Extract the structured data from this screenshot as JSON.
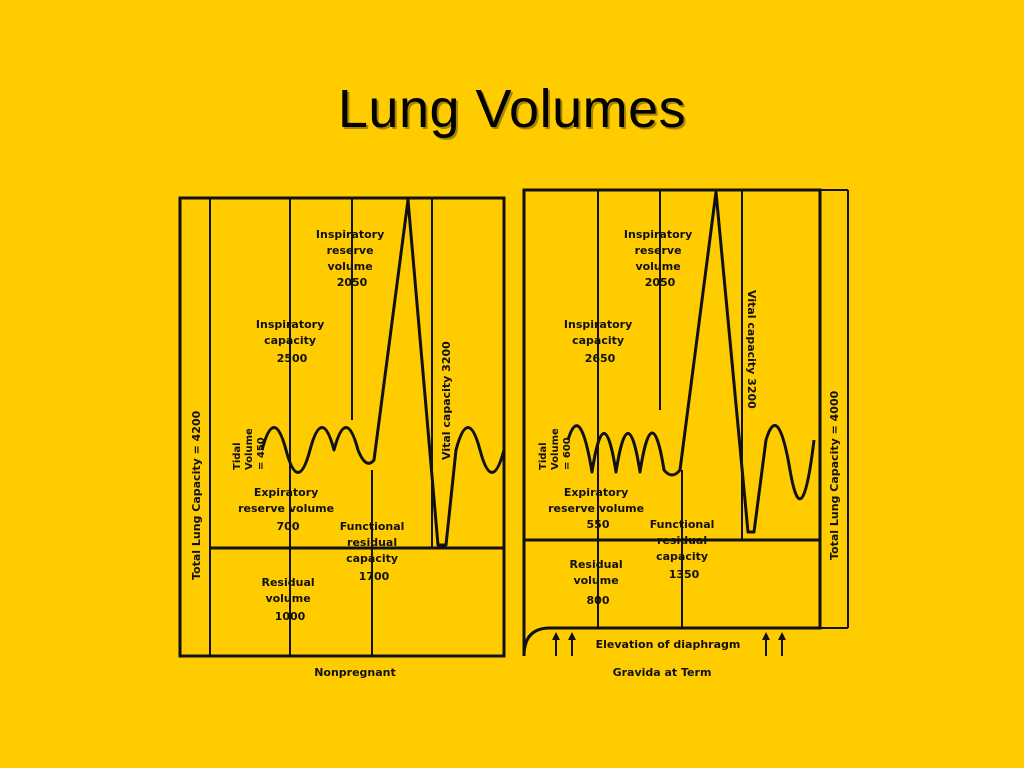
{
  "slide": {
    "title": "Lung Volumes"
  },
  "left": {
    "total_lung_capacity": "Total Lung Capacity = 4200",
    "inspiratory_reserve": [
      "Inspiratory",
      "reserve",
      "volume",
      "2050"
    ],
    "inspiratory_capacity": [
      "Inspiratory",
      "capacity",
      "2500"
    ],
    "tidal_volume": [
      "Tidal",
      "Volume",
      "= 450"
    ],
    "vital_capacity": "Vital capacity 3200",
    "expiratory_reserve": [
      "Expiratory",
      "reserve volume",
      "700"
    ],
    "functional_residual": [
      "Functional",
      "residual",
      "capacity",
      "1700"
    ],
    "residual_volume": [
      "Residual",
      "volume",
      "1000"
    ],
    "caption": "Nonpregnant"
  },
  "right": {
    "total_lung_capacity": "Total Lung Capacity = 4000",
    "inspiratory_reserve": [
      "Inspiratory",
      "reserve",
      "volume",
      "2050"
    ],
    "inspiratory_capacity": [
      "Inspiratory",
      "capacity",
      "2650"
    ],
    "tidal_volume": [
      "Tidal",
      "Volume",
      "= 600"
    ],
    "vital_capacity": "Vital capacity 3200",
    "expiratory_reserve": [
      "Expiratory",
      "reserve volume",
      "550"
    ],
    "functional_residual": [
      "Functional",
      "residual",
      "capacity",
      "1350"
    ],
    "residual_volume": [
      "Residual",
      "volume",
      "800"
    ],
    "diaphragm": "Elevation of diaphragm",
    "caption": "Gravida at Term"
  },
  "colors": {
    "background": "#FFCC00",
    "ink": "#111111"
  }
}
